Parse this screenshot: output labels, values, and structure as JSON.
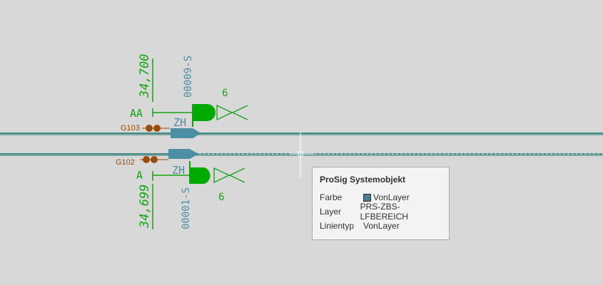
{
  "canvas": {
    "signals": {
      "top": {
        "km": "34,700",
        "id": "00009-S",
        "number": "6",
        "label": "AA",
        "zh": "ZH",
        "track_marker": "G103"
      },
      "bottom": {
        "km": "34,699",
        "id": "00001-S",
        "number": "6",
        "label": "A",
        "zh": "ZH",
        "track_marker": "G102"
      }
    }
  },
  "tooltip": {
    "title": "ProSig Systemobjekt",
    "rows": [
      {
        "key": "Farbe",
        "value": "VonLayer"
      },
      {
        "key": "Layer",
        "value": "PRS-ZBS-LFBEREICH"
      },
      {
        "key": "Linientyp",
        "value": "VonLayer"
      }
    ]
  },
  "colors": {
    "background": "#d8d8d8",
    "signal_green": "#00aa00",
    "line_green": "#13a313",
    "teal": "#4a8fa3",
    "marker_brown": "#9a4c0a",
    "track_line": "#3f8a86",
    "swatch": "#4b7f8f"
  }
}
